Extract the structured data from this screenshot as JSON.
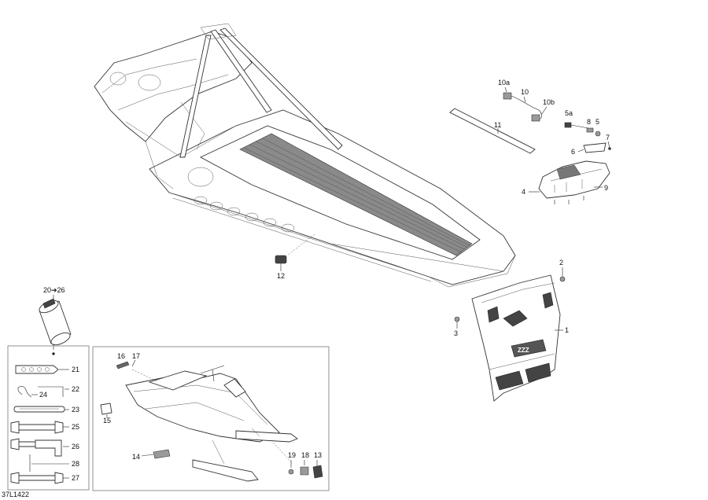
{
  "diagram_code": "37L1422",
  "callouts": {
    "c1": "1",
    "c2": "2",
    "c3": "3",
    "c4": "4",
    "c5": "5",
    "c5a": "5a",
    "c6": "6",
    "c7": "7",
    "c8": "8",
    "c9": "9",
    "c10": "10",
    "c10a": "10a",
    "c10b": "10b",
    "c11": "11",
    "c12": "12",
    "c13": "13",
    "c14": "14",
    "c15": "15",
    "c16": "16",
    "c17": "17",
    "c18": "18",
    "c19": "19",
    "c20_26": "20➔26",
    "c21": "21",
    "c22": "22",
    "c23": "23",
    "c24": "24",
    "c25": "25",
    "c26": "26",
    "c27": "27",
    "c28": "28"
  }
}
